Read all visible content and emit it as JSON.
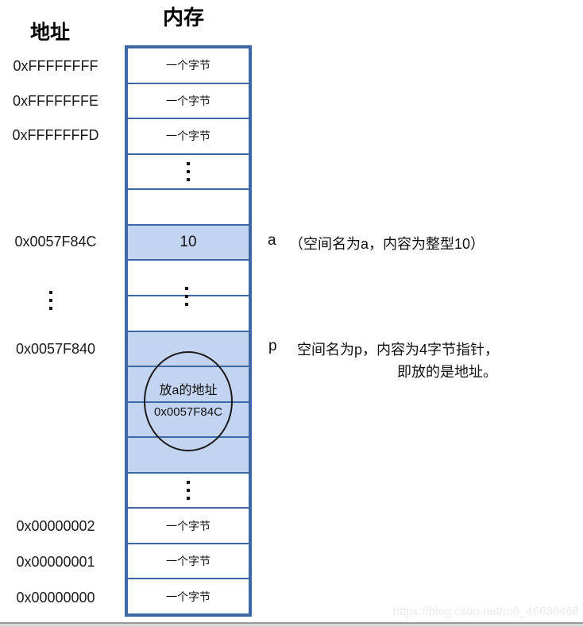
{
  "titles": {
    "address": "地址",
    "memory": "内存"
  },
  "addresses": {
    "top": [
      "0xFFFFFFFF",
      "0xFFFFFFFE",
      "0xFFFFFFFD"
    ],
    "a": "0x0057F84C",
    "p": "0x0057F840",
    "bottom": [
      "0x00000002",
      "0x00000001",
      "0x00000000"
    ]
  },
  "memory": {
    "rows": [
      {
        "kind": "byte",
        "label": "一个字节"
      },
      {
        "kind": "byte",
        "label": "一个字节"
      },
      {
        "kind": "byte",
        "label": "一个字节"
      },
      {
        "kind": "dots",
        "label": ""
      },
      {
        "kind": "empty",
        "label": ""
      },
      {
        "kind": "value",
        "label": "10"
      },
      {
        "kind": "empty",
        "label": ""
      },
      {
        "kind": "empty",
        "label": ""
      },
      {
        "kind": "pointer",
        "label": ""
      },
      {
        "kind": "pointer",
        "label": ""
      },
      {
        "kind": "pointer",
        "label": ""
      },
      {
        "kind": "pointer",
        "label": ""
      },
      {
        "kind": "dots",
        "label": ""
      },
      {
        "kind": "byte",
        "label": "一个字节"
      },
      {
        "kind": "byte",
        "label": "一个字节"
      },
      {
        "kind": "byte",
        "label": "一个字节"
      }
    ],
    "circle": {
      "line1": "放a的地址",
      "line2": "0x0057F84C"
    }
  },
  "annotations": {
    "a": {
      "label": "a",
      "text": "（空间名为a，内容为整型10）"
    },
    "p": {
      "label": "p",
      "line1": "空间名为p，内容为4字节指针，",
      "line2": "即放的是地址。"
    }
  },
  "watermark": "https://blog.csdn.net/m0_46630468",
  "colors": {
    "border": "#3e68a5",
    "fill": "#c3d4f0"
  }
}
